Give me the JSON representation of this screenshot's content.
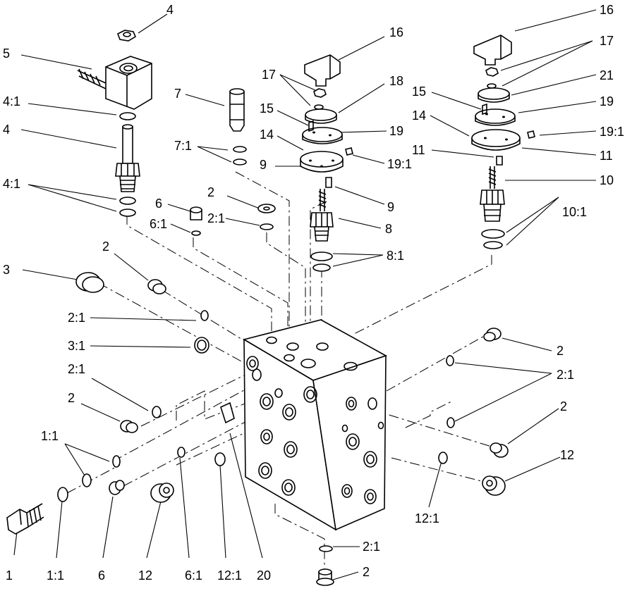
{
  "labels": [
    {
      "id": "t1",
      "text": "4"
    },
    {
      "id": "t2",
      "text": "5"
    },
    {
      "id": "t3",
      "text": "4:1"
    },
    {
      "id": "t4",
      "text": "4"
    },
    {
      "id": "t5",
      "text": "4:1"
    },
    {
      "id": "t6",
      "text": "7"
    },
    {
      "id": "t7",
      "text": "7:1"
    },
    {
      "id": "t8",
      "text": "16"
    },
    {
      "id": "t9",
      "text": "17"
    },
    {
      "id": "t10",
      "text": "18"
    },
    {
      "id": "t11",
      "text": "15"
    },
    {
      "id": "t12",
      "text": "19"
    },
    {
      "id": "t13",
      "text": "14"
    },
    {
      "id": "t14",
      "text": "9"
    },
    {
      "id": "t15",
      "text": "19:1"
    },
    {
      "id": "t16",
      "text": "9"
    },
    {
      "id": "t17",
      "text": "8"
    },
    {
      "id": "t18",
      "text": "8:1"
    },
    {
      "id": "t19",
      "text": "2"
    },
    {
      "id": "t20",
      "text": "2:1"
    },
    {
      "id": "t21",
      "text": "6"
    },
    {
      "id": "t22",
      "text": "6:1"
    },
    {
      "id": "t23",
      "text": "16"
    },
    {
      "id": "t24",
      "text": "17"
    },
    {
      "id": "t25",
      "text": "21"
    },
    {
      "id": "t26",
      "text": "15"
    },
    {
      "id": "t27",
      "text": "19"
    },
    {
      "id": "t28",
      "text": "14"
    },
    {
      "id": "t29",
      "text": "19:1"
    },
    {
      "id": "t30",
      "text": "11"
    },
    {
      "id": "t31",
      "text": "11"
    },
    {
      "id": "t32",
      "text": "10"
    },
    {
      "id": "t33",
      "text": "10:1"
    },
    {
      "id": "t34",
      "text": "3"
    },
    {
      "id": "t35",
      "text": "2"
    },
    {
      "id": "t36",
      "text": "2:1"
    },
    {
      "id": "t37",
      "text": "3:1"
    },
    {
      "id": "t38",
      "text": "2:1"
    },
    {
      "id": "t39",
      "text": "2"
    },
    {
      "id": "t40",
      "text": "1:1"
    },
    {
      "id": "t41",
      "text": "2"
    },
    {
      "id": "t42",
      "text": "2:1"
    },
    {
      "id": "t43",
      "text": "2"
    },
    {
      "id": "t44",
      "text": "12"
    },
    {
      "id": "t45",
      "text": "12:1"
    },
    {
      "id": "t46",
      "text": "2:1"
    },
    {
      "id": "t47",
      "text": "2"
    },
    {
      "id": "t48",
      "text": "1"
    },
    {
      "id": "t49",
      "text": "1:1"
    },
    {
      "id": "t50",
      "text": "6"
    },
    {
      "id": "t51",
      "text": "12"
    },
    {
      "id": "t52",
      "text": "6:1"
    },
    {
      "id": "t53",
      "text": "12:1"
    },
    {
      "id": "t54",
      "text": "20"
    }
  ]
}
